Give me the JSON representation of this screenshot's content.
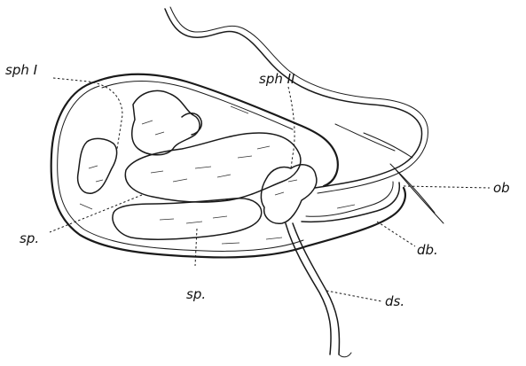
{
  "labels": {
    "sph_I": "sph I",
    "sph_II": "sph II",
    "ob": "ob",
    "db": "db.",
    "ds": "ds.",
    "sp_left": "sp.",
    "sp_bottom": "sp."
  }
}
